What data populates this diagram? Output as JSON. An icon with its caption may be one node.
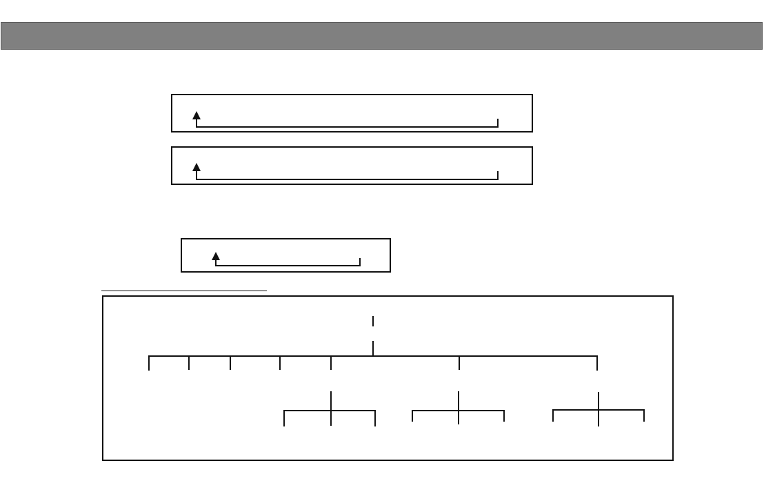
{
  "diagram": {
    "nodes": [
      {
        "text": [],
        "shape": "bar"
      },
      {
        "text": [],
        "shape": "box"
      },
      {
        "text": [],
        "shape": "box"
      },
      {
        "text": [],
        "shape": "box"
      },
      {
        "text": [],
        "shape": "box"
      }
    ]
  }
}
